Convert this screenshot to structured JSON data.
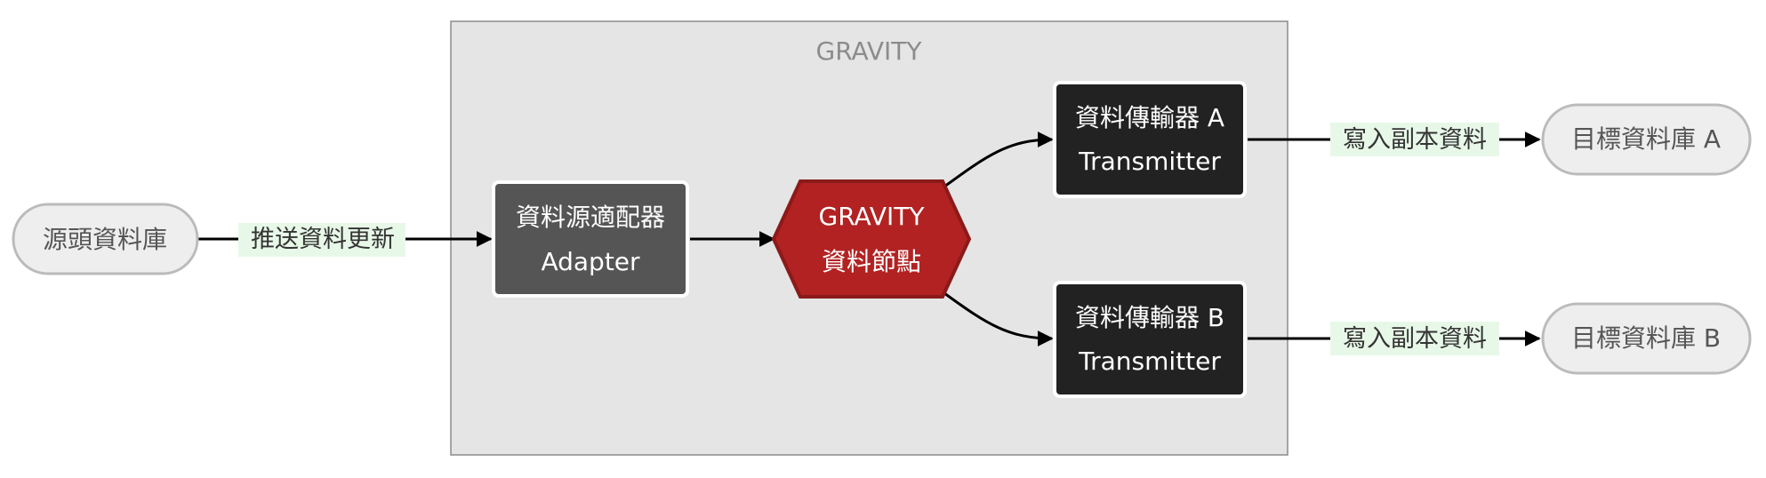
{
  "cluster": {
    "title": "GRAVITY"
  },
  "nodes": {
    "source_db": {
      "label": "源頭資料庫"
    },
    "adapter": {
      "line1": "資料源適配器",
      "line2": "Adapter"
    },
    "gravity_node": {
      "line1": "GRAVITY",
      "line2": "資料節點"
    },
    "transmitter_a": {
      "line1": "資料傳輸器 A",
      "line2": "Transmitter"
    },
    "transmitter_b": {
      "line1": "資料傳輸器 B",
      "line2": "Transmitter"
    },
    "target_db_a": {
      "label": "目標資料庫 A"
    },
    "target_db_b": {
      "label": "目標資料庫 B"
    }
  },
  "edges": {
    "push_updates": {
      "label": "推送資料更新"
    },
    "write_replica_a": {
      "label": "寫入副本資料"
    },
    "write_replica_b": {
      "label": "寫入副本資料"
    }
  },
  "colors": {
    "cluster_fill": "#e5e5e5",
    "cluster_stroke": "#8c8c8c",
    "cluster_title": "#8c8c8c",
    "db_fill": "#eeeeee",
    "db_stroke": "#bbbbbb",
    "db_text": "#555555",
    "adapter_fill": "#555555",
    "transmitter_fill": "#222222",
    "gravity_fill": "#b22222",
    "gravity_stroke": "#8b1a1a",
    "edge_label_bg": "#e8f8e8",
    "edge": "#000000"
  }
}
